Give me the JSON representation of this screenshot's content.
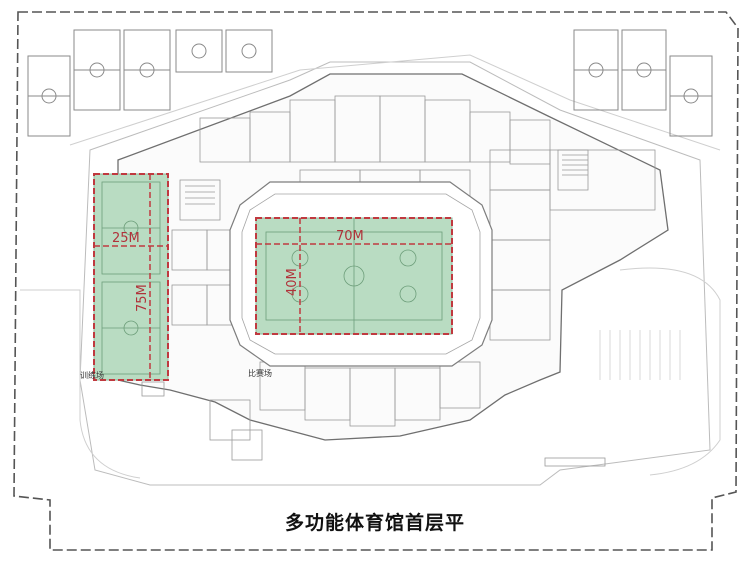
{
  "labels": {
    "training_width": "25M",
    "training_length": "75M",
    "arena_width": "70M",
    "arena_length": "40M",
    "training_hall": "训练场",
    "arena_hall": "比赛场"
  },
  "caption": "多功能体育馆首层平",
  "colors": {
    "court_fill": "#b9dcc2",
    "dimension_red": "#c0393f",
    "line": "#8a8a8a",
    "light_line": "#bdbdbd"
  }
}
